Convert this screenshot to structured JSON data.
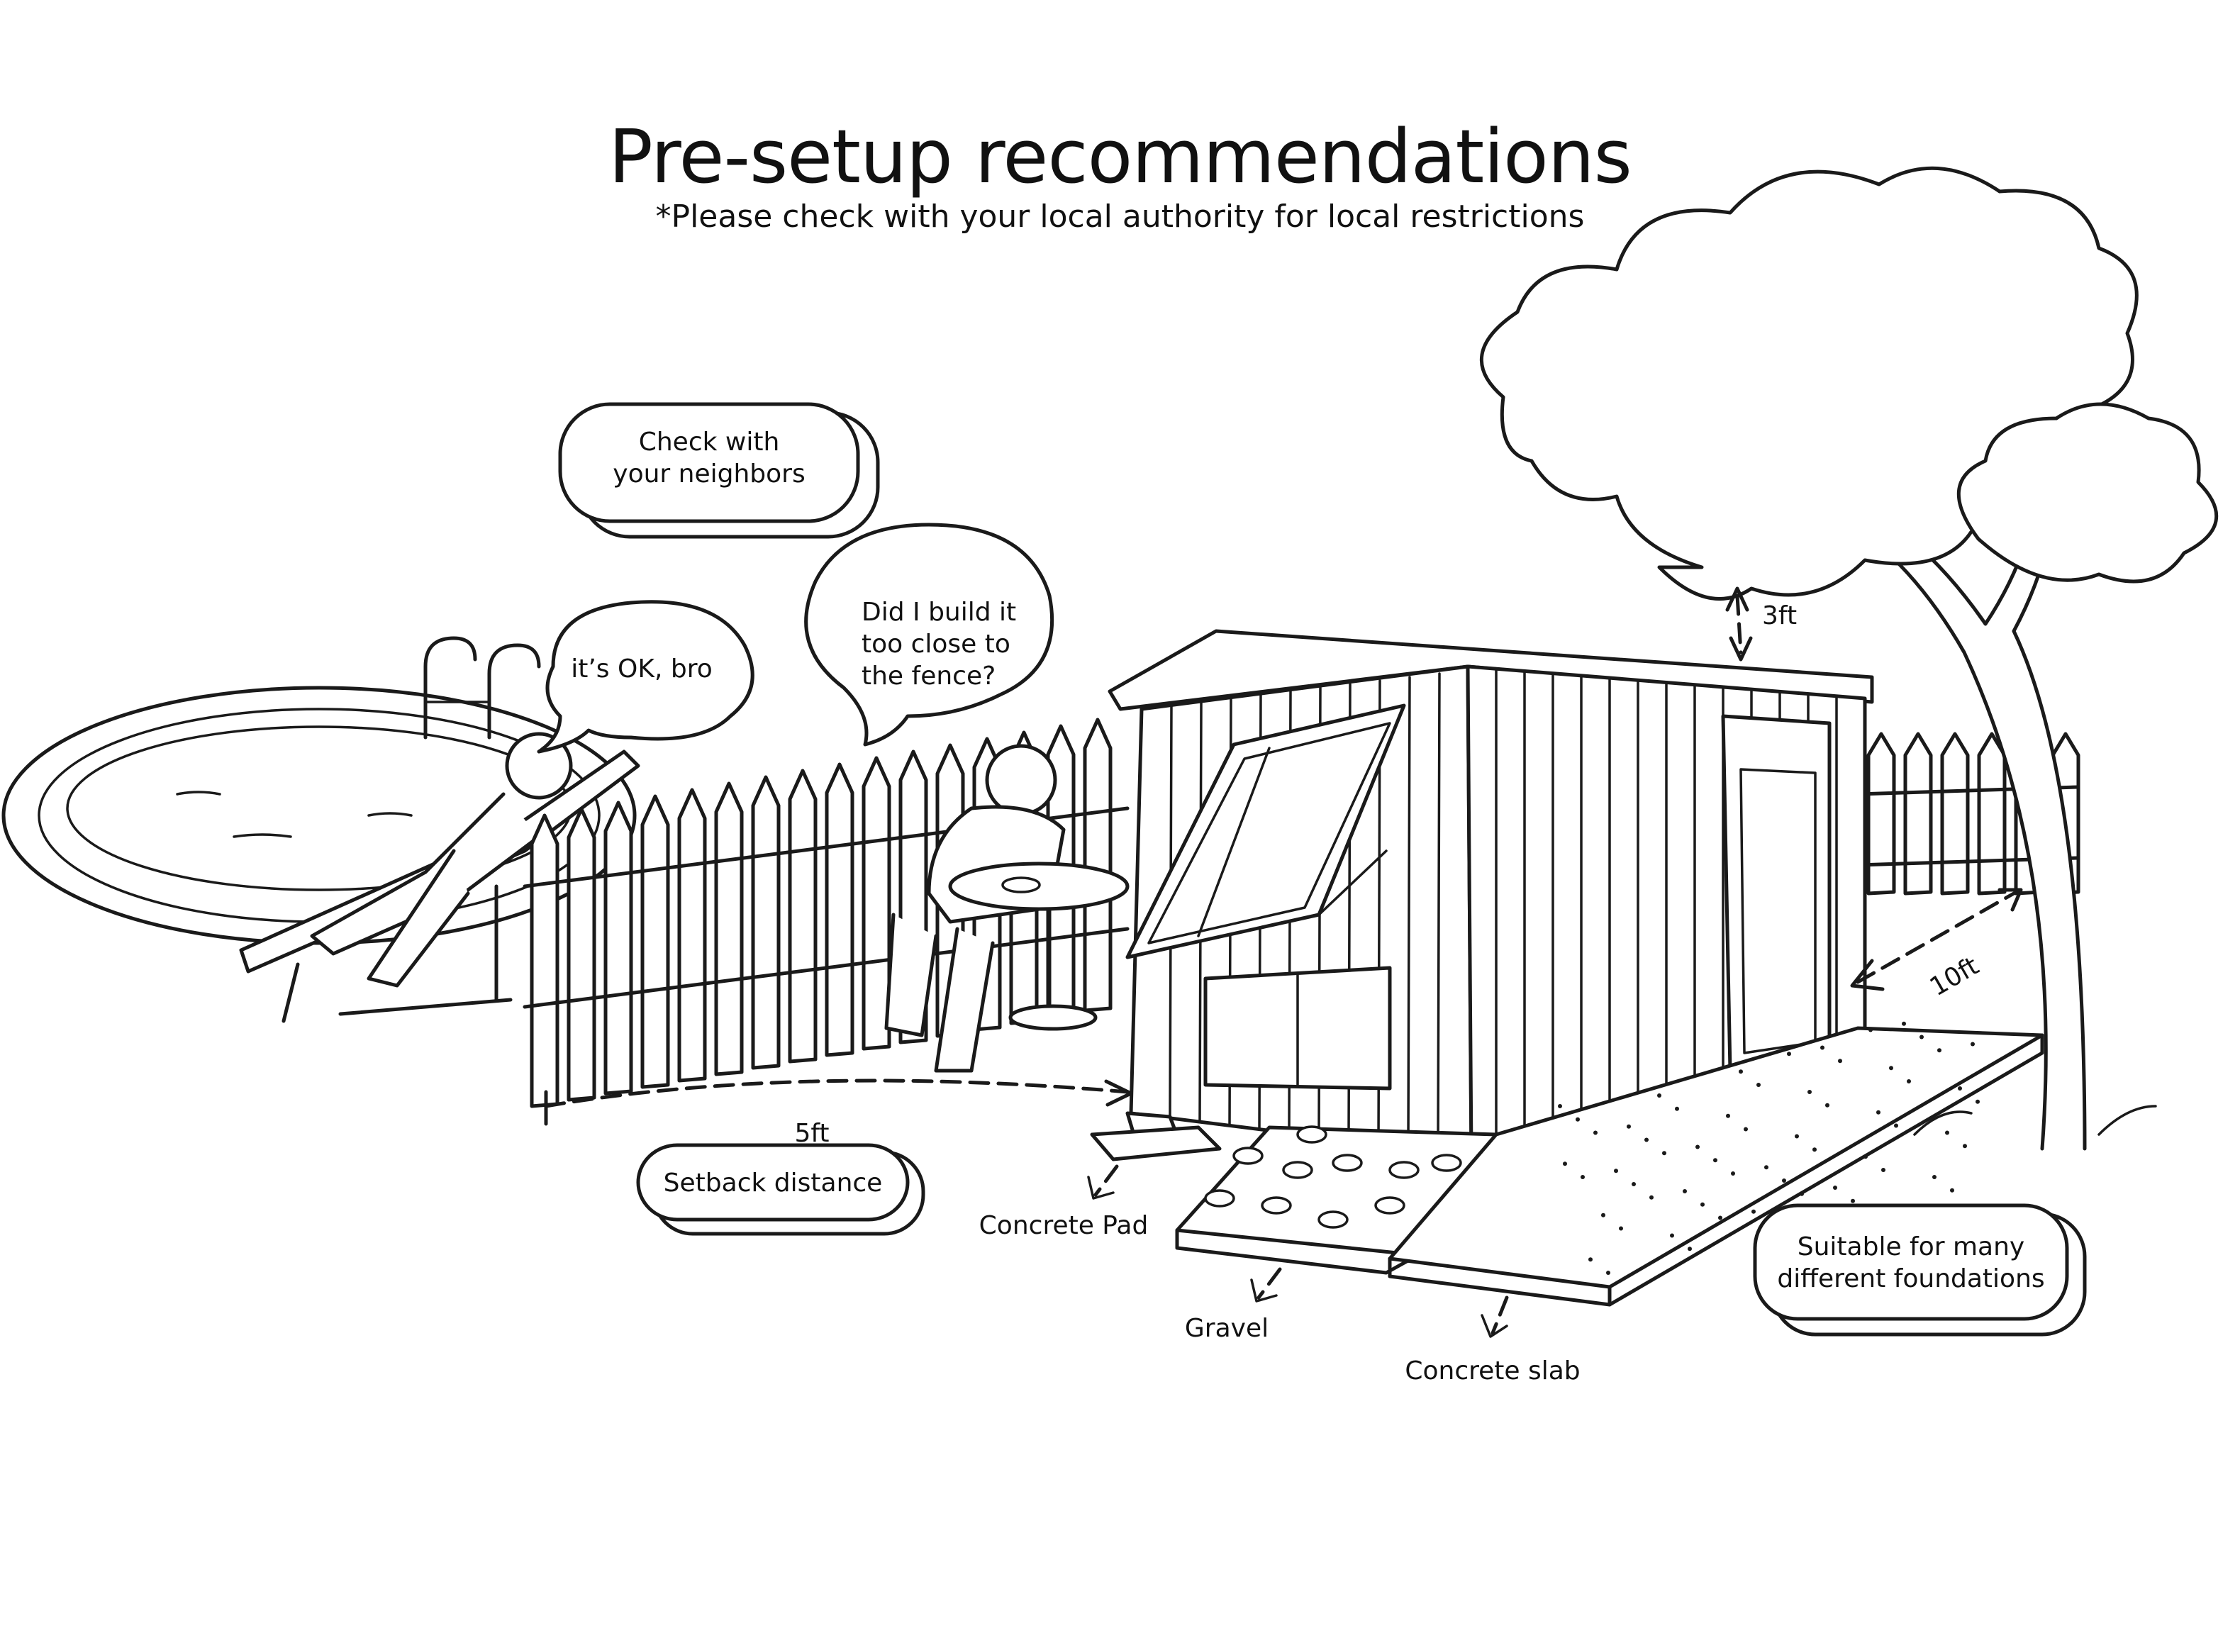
{
  "title": "Pre-setup recommendations",
  "subtitle": "*Please check with your local authority for local restrictions",
  "callouts": {
    "neighbors_line1": "Check with",
    "neighbors_line2": "your neighbors",
    "setback": "Setback distance",
    "foundations_line1": "Suitable for many",
    "foundations_line2": "different foundations"
  },
  "speech": {
    "bro": "it’s OK, bro",
    "question_line1": "Did I build it",
    "question_line2": "too close to",
    "question_line3": "the fence?"
  },
  "measurements": {
    "tree_clearance": "3ft",
    "side_clearance": "10ft",
    "fence_setback": "5ft"
  },
  "foundations": {
    "pad": "Concrete Pad",
    "gravel": "Gravel",
    "slab": "Concrete slab"
  },
  "colors": {
    "ink": "#1a1a1a",
    "callout_fill": "#ececec",
    "background": "#ffffff"
  }
}
